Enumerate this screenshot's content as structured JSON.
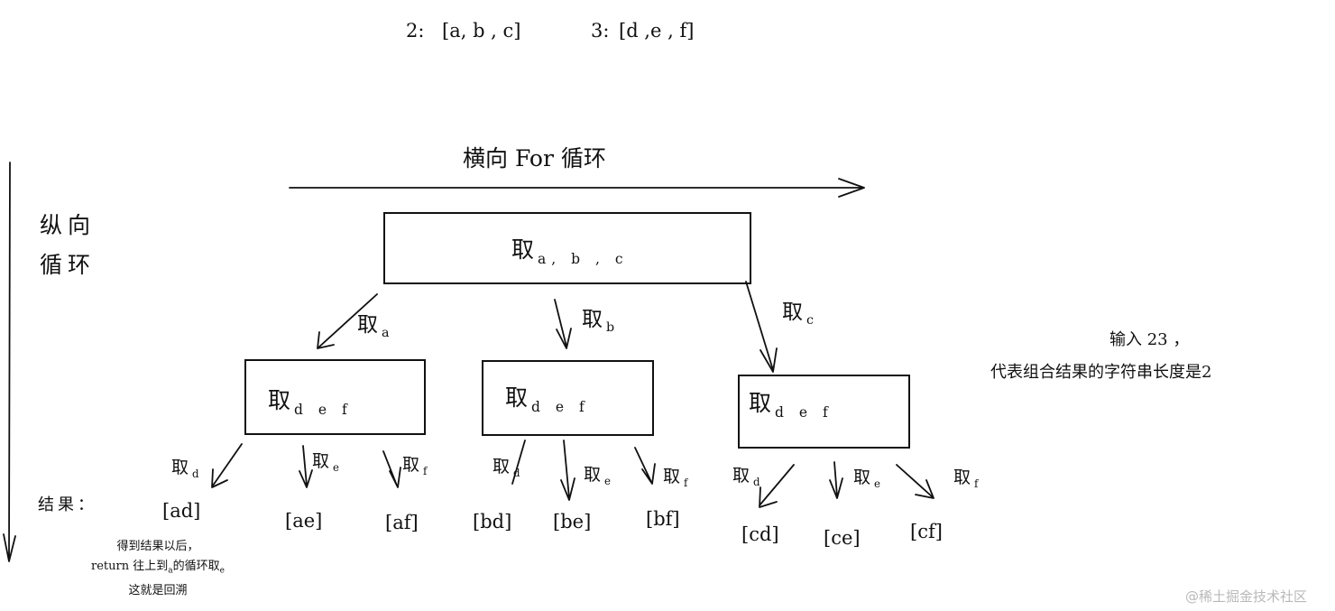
{
  "mapping": {
    "key2": "2:",
    "val2": "[a, b , c]",
    "key3": "3:",
    "val3": "[d ,e , f]"
  },
  "axes": {
    "horizontal": "横向 For 循环",
    "vertical_line1": "纵向",
    "vertical_line2": "循环"
  },
  "root": {
    "take": "取",
    "letters": "a, b , c"
  },
  "edges": {
    "take": "取",
    "a": "a",
    "b": "b",
    "c": "c",
    "d": "d",
    "e": "e",
    "f": "f"
  },
  "level2": [
    {
      "take": "取",
      "letters": "d e f"
    },
    {
      "take": "取",
      "letters": "d e f"
    },
    {
      "take": "取",
      "letters": "d e f"
    }
  ],
  "results_label": "结果：",
  "results": [
    "[ad]",
    "[ae]",
    "[af]",
    "[bd]",
    "[be]",
    "[bf]",
    "[cd]",
    "[ce]",
    "[cf]"
  ],
  "note": {
    "line1": "得到结果以后，",
    "line2_a": "return 往上到",
    "line2_sub_a": "a",
    "line2_b": "的循环取",
    "line2_sub_e": "e",
    "line3": "这就是回溯"
  },
  "input_note": {
    "line1": "输入 23 ，",
    "line2": "代表组合结果的字符串长度是2"
  },
  "watermark": "@稀土掘金技术社区"
}
